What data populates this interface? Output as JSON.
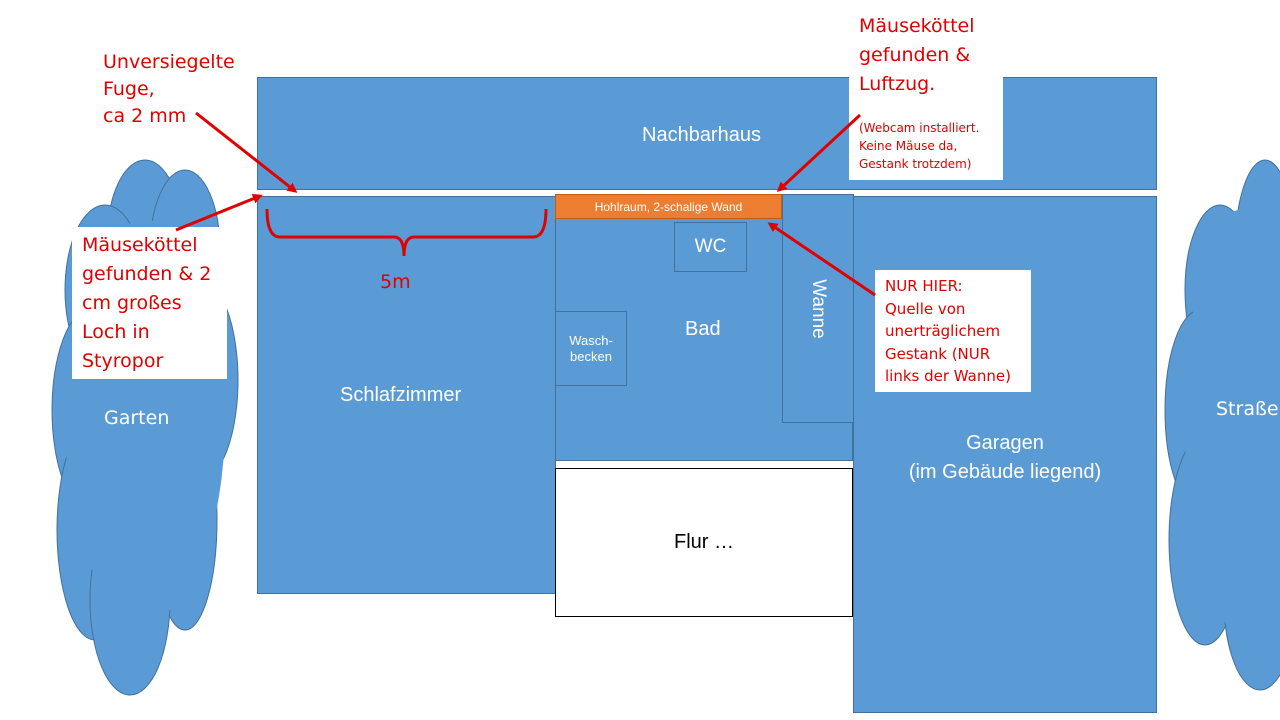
{
  "colors": {
    "room": "#5b9bd5",
    "room_border": "#41719c",
    "cavity": "#ed7d31",
    "annotation": "#e00000"
  },
  "rooms": {
    "neighbor": "Nachbarhaus",
    "bedroom": "Schlafzimmer",
    "bath": "Bad",
    "wc": "WC",
    "sink_line1": "Wasch-",
    "sink_line2": "becken",
    "tub": "Wanne",
    "garage_line1": "Garagen",
    "garage_line2": "(im Gebäude liegend)",
    "hall": "Flur …",
    "cavity": "Hohlraum, 2-schalige Wand"
  },
  "outside": {
    "garden": "Garten",
    "street": "Straße"
  },
  "measure": {
    "width": "5m"
  },
  "annotations": {
    "joint": {
      "line1": "Unversiegelte",
      "line2": "Fuge,",
      "line3": "ca 2 mm"
    },
    "droppings_left": {
      "line1": "Mäuseköttel",
      "line2": "gefunden & 2",
      "line3": "cm großes",
      "line4": "Loch in",
      "line5": "Styropor"
    },
    "droppings_top": {
      "line1": "Mäuseköttel",
      "line2": "gefunden &",
      "line3": "Luftzug.",
      "small1": "(Webcam installiert.",
      "small2": "Keine Mäuse da,",
      "small3": "Gestank trotzdem)"
    },
    "only_here": {
      "line1": "NUR HIER:",
      "line2": "Quelle von",
      "line3": "unerträglichem",
      "line4": "Gestank (NUR",
      "line5": "links der Wanne)"
    }
  }
}
